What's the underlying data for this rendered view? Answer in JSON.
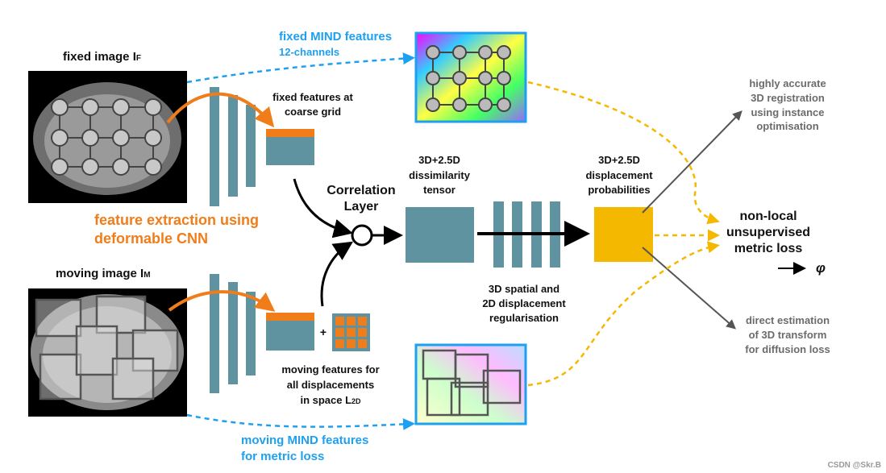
{
  "colors": {
    "teal": "#5f939f",
    "orange": "#f07d1a",
    "yellow": "#f5b800",
    "blue": "#1ea0f0",
    "gray": "#666666"
  },
  "fixed": {
    "label": "fixed image I",
    "sub": "F",
    "features": [
      "fixed features at",
      "coarse grid"
    ]
  },
  "moving": {
    "label": "moving image I",
    "sub": "M",
    "features": [
      "moving features for",
      "all displacements",
      "in space L"
    ],
    "features_sub": "2D",
    "plus": "+"
  },
  "cnn": [
    "feature extraction using",
    "deformable CNN"
  ],
  "correlation": [
    "Correlation",
    "Layer"
  ],
  "tensor": [
    "3D+2.5D",
    "dissimilarity",
    "tensor"
  ],
  "regularisation": [
    "3D spatial and",
    "2D displacement",
    "regularisation"
  ],
  "probabilities": [
    "3D+2.5D",
    "displacement",
    "probabilities"
  ],
  "loss": [
    "non-local",
    "unsupervised",
    "metric loss"
  ],
  "phi": "φ",
  "outputs": {
    "top": [
      "highly accurate",
      "3D registration",
      "using instance",
      "optimisation"
    ],
    "bottom": [
      "direct estimation",
      "of 3D transform",
      "for diffusion loss"
    ]
  },
  "mind_fixed": [
    "fixed MIND features",
    "12-channels"
  ],
  "mind_moving": [
    "moving MIND features",
    "for metric loss"
  ],
  "watermark": "CSDN @Skr.B"
}
